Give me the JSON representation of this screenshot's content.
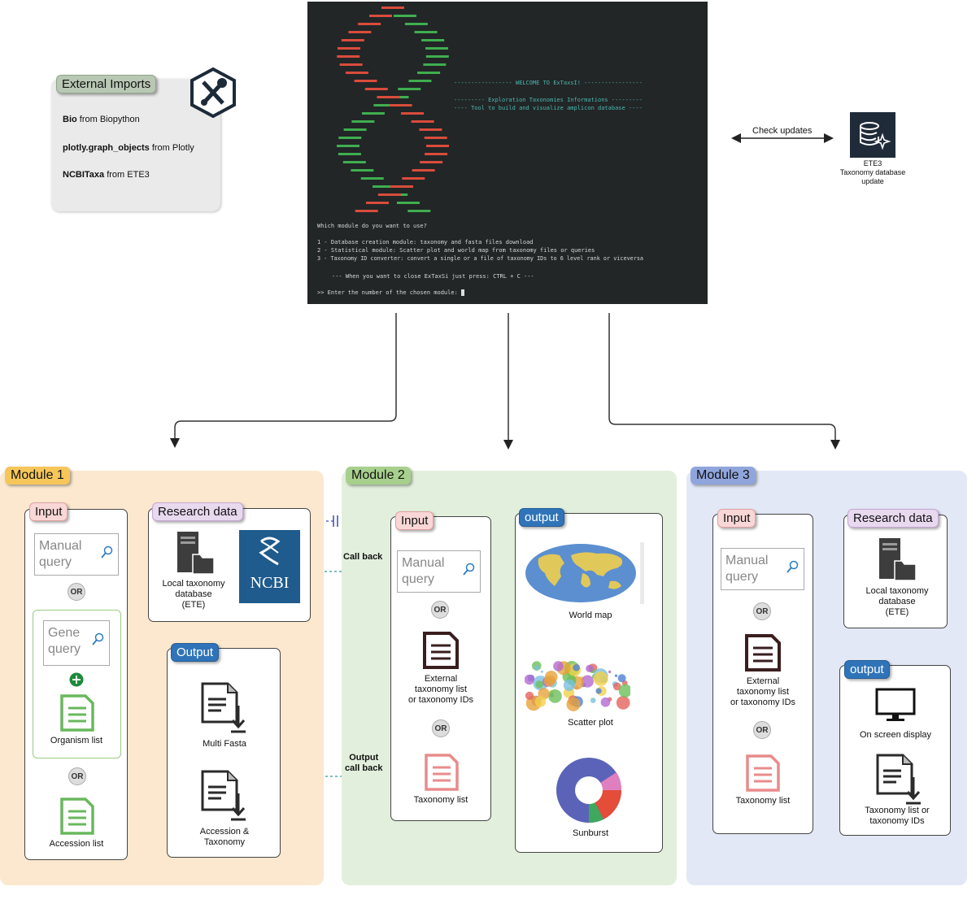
{
  "external_imports": {
    "title": "External Imports",
    "items": [
      {
        "name": "Bio",
        "rest": " from Biopython"
      },
      {
        "name": "plotly.graph_objects",
        "rest": " from Plotly"
      },
      {
        "name": "NCBITaxa",
        "rest": " from ETE3"
      }
    ],
    "icon": "tools-hexagon-icon"
  },
  "terminal": {
    "banner_line1": "----------------- WELCOME TO ExTaxsI! -----------------",
    "banner_line2": "--------- Exploration Taxonomies Informations ---------",
    "banner_line3": "---- Tool to build and visualize amplicon database ----",
    "question": "Which module do you want to use?",
    "option1": "1 - Database creation module: taxonomy and fasta files download",
    "option2": "2 - Statistical module: Scatter plot and world map from taxonomy files or queries",
    "option3": "3 - Taxonomy ID converter: convert a single or a file of taxonomy IDs to 6 level rank or viceversa",
    "close_hint": "--- When you want to close ExTaxSi just press: CTRL + C ---",
    "prompt": ">> Enter the number of the chosen module: "
  },
  "check_updates": {
    "label": "Check updates",
    "db_label": "ETE3\nTaxonomy database\nupdate",
    "icon": "database-sparkle-icon"
  },
  "module1": {
    "title": "Module 1",
    "input_tag": "Input",
    "manual_query": "Manual\nquery",
    "or": "OR",
    "gene_query": "Gene\nquery",
    "organism_list": "Organism list",
    "accession_list": "Accession list",
    "research_tag": "Research data",
    "local_db": "Local taxonomy\ndatabase\n(ETE)",
    "ncbi": "NCBI",
    "output_tag": "Output",
    "multi_fasta": "Multi Fasta",
    "accession_taxonomy": "Accession &\nTaxonomy"
  },
  "module2": {
    "title": "Module 2",
    "callback": "Call back",
    "output_callback": "Output\ncall back",
    "input_tag": "Input",
    "manual_query": "Manual\nquery",
    "or": "OR",
    "external_list": "External\ntaxonomy list\nor taxonomy IDs",
    "taxonomy_list": "Taxonomy list",
    "output_tag": "output",
    "world_map": "World map",
    "scatter_plot": "Scatter plot",
    "sunburst": "Sunburst"
  },
  "module3": {
    "title": "Module 3",
    "input_tag": "Input",
    "manual_query": "Manual\nquery",
    "or": "OR",
    "external_list": "External\ntaxonomy list\nor taxonomy IDs",
    "taxonomy_list": "Taxonomy list",
    "research_tag": "Research data",
    "local_db": "Local taxonomy\ndatabase\n(ETE)",
    "output_tag": "output",
    "on_screen": "On screen display",
    "taxonomy_out": "Taxonomy list or\ntaxonomy IDs"
  },
  "colors": {
    "module1_bg": "#fbe8cf",
    "module1_tag": "#f6c65a",
    "module2_bg": "#e2efdc",
    "module2_tag": "#a8d08d",
    "module3_bg": "#e2e8f6",
    "module3_tag": "#8fa5dc",
    "doc_green": "#69b85d",
    "doc_dark": "#2a2a2a",
    "doc_red": "#e98b8b"
  }
}
